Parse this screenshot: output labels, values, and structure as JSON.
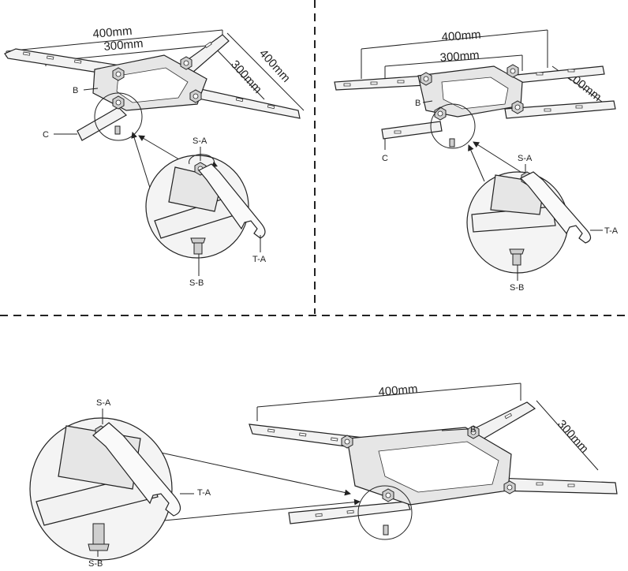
{
  "panels": {
    "top_left": {
      "dim_outer_width": "400mm",
      "dim_inner_width": "300mm",
      "dim_inner_height": "300mm",
      "dim_outer_height": "400mm",
      "label_b": "B",
      "label_c": "C",
      "label_sa": "S-A",
      "label_sb": "S-B",
      "label_ta": "T-A"
    },
    "top_right": {
      "dim_outer_width": "400mm",
      "dim_inner_width": "300mm",
      "dim_height": "200mm",
      "label_b": "B",
      "label_c": "C",
      "label_sa": "S-A",
      "label_sb": "S-B",
      "label_ta": "T-A"
    },
    "bottom": {
      "dim_width": "400mm",
      "dim_height": "300mm",
      "label_b": "B",
      "label_sa": "S-A",
      "label_sb": "S-B",
      "label_ta": "T-A"
    }
  }
}
